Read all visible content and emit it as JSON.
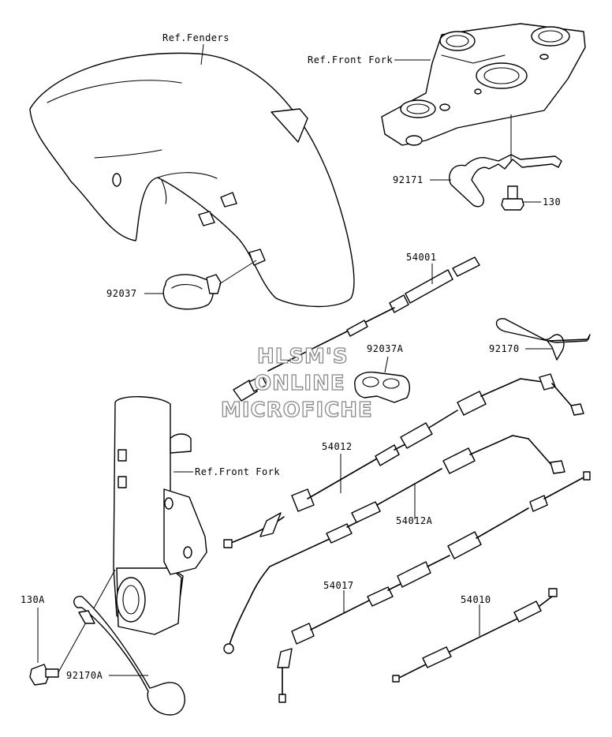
{
  "labels": {
    "ref_fenders": "Ref.Fenders",
    "ref_front_fork_top": "Ref.Front Fork",
    "ref_front_fork_lower": "Ref.Front Fork",
    "p92171": "92171",
    "p130": "130",
    "p92037": "92037",
    "p54001": "54001",
    "p92037A": "92037A",
    "p92170": "92170",
    "p54012": "54012",
    "p54012A": "54012A",
    "p130A": "130A",
    "p54017": "54017",
    "p54010": "54010",
    "p92170A": "92170A"
  },
  "watermark": {
    "line1": "HLSM'S",
    "line2": "ONLINE",
    "line3": "MICROFICHE"
  },
  "colors": {
    "ink": "#000000",
    "paper": "#ffffff",
    "watermark_outline": "#888888"
  }
}
